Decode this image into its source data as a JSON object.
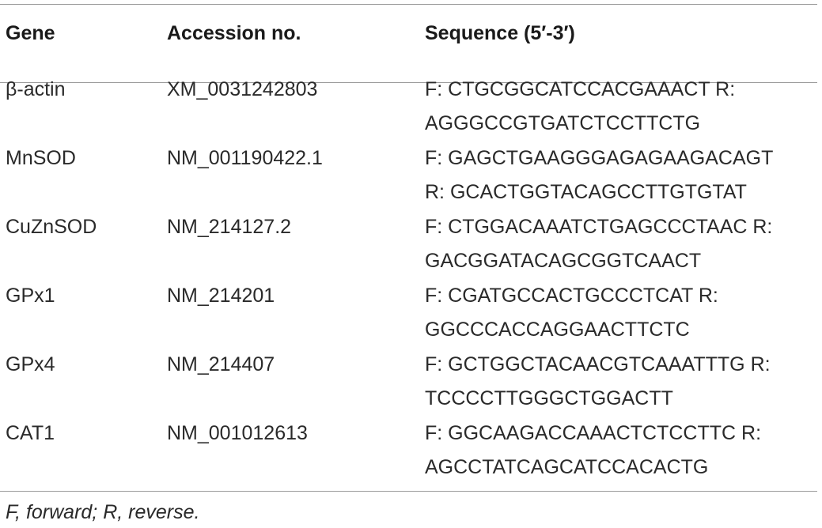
{
  "table": {
    "headers": {
      "gene": "Gene",
      "accession": "Accession no.",
      "sequence": "Sequence (5′-3′)"
    },
    "rows": [
      {
        "gene": "β-actin",
        "accession": "XM_0031242803",
        "sequence_line1": "F: CTGCGGCATCCACGAAACT R:",
        "sequence_line2": "AGGGCCGTGATCTCCTTCTG"
      },
      {
        "gene": "MnSOD",
        "accession": "NM_001190422.1",
        "sequence_line1": "F: GAGCTGAAGGGAGAGAAGACAGT",
        "sequence_line2": "R: GCACTGGTACAGCCTTGTGTAT"
      },
      {
        "gene": "CuZnSOD",
        "accession": "NM_214127.2",
        "sequence_line1": "F: CTGGACAAATCTGAGCCCTAAC R:",
        "sequence_line2": "GACGGATACAGCGGTCAACT"
      },
      {
        "gene": "GPx1",
        "accession": "NM_214201",
        "sequence_line1": "F: CGATGCCACTGCCCTCAT R:",
        "sequence_line2": "GGCCCACCAGGAACTTCTC"
      },
      {
        "gene": "GPx4",
        "accession": "NM_214407",
        "sequence_line1": "F: GCTGGCTACAACGTCAAATTTG R:",
        "sequence_line2": "TCCCCTTGGGCTGGACTT"
      },
      {
        "gene": "CAT1",
        "accession": "NM_001012613",
        "sequence_line1": "F: GGCAAGACCAAACTCTCCTTC R:",
        "sequence_line2": "AGCCTATCAGCATCCACACTG"
      }
    ],
    "footnote": "F, forward; R, reverse."
  }
}
